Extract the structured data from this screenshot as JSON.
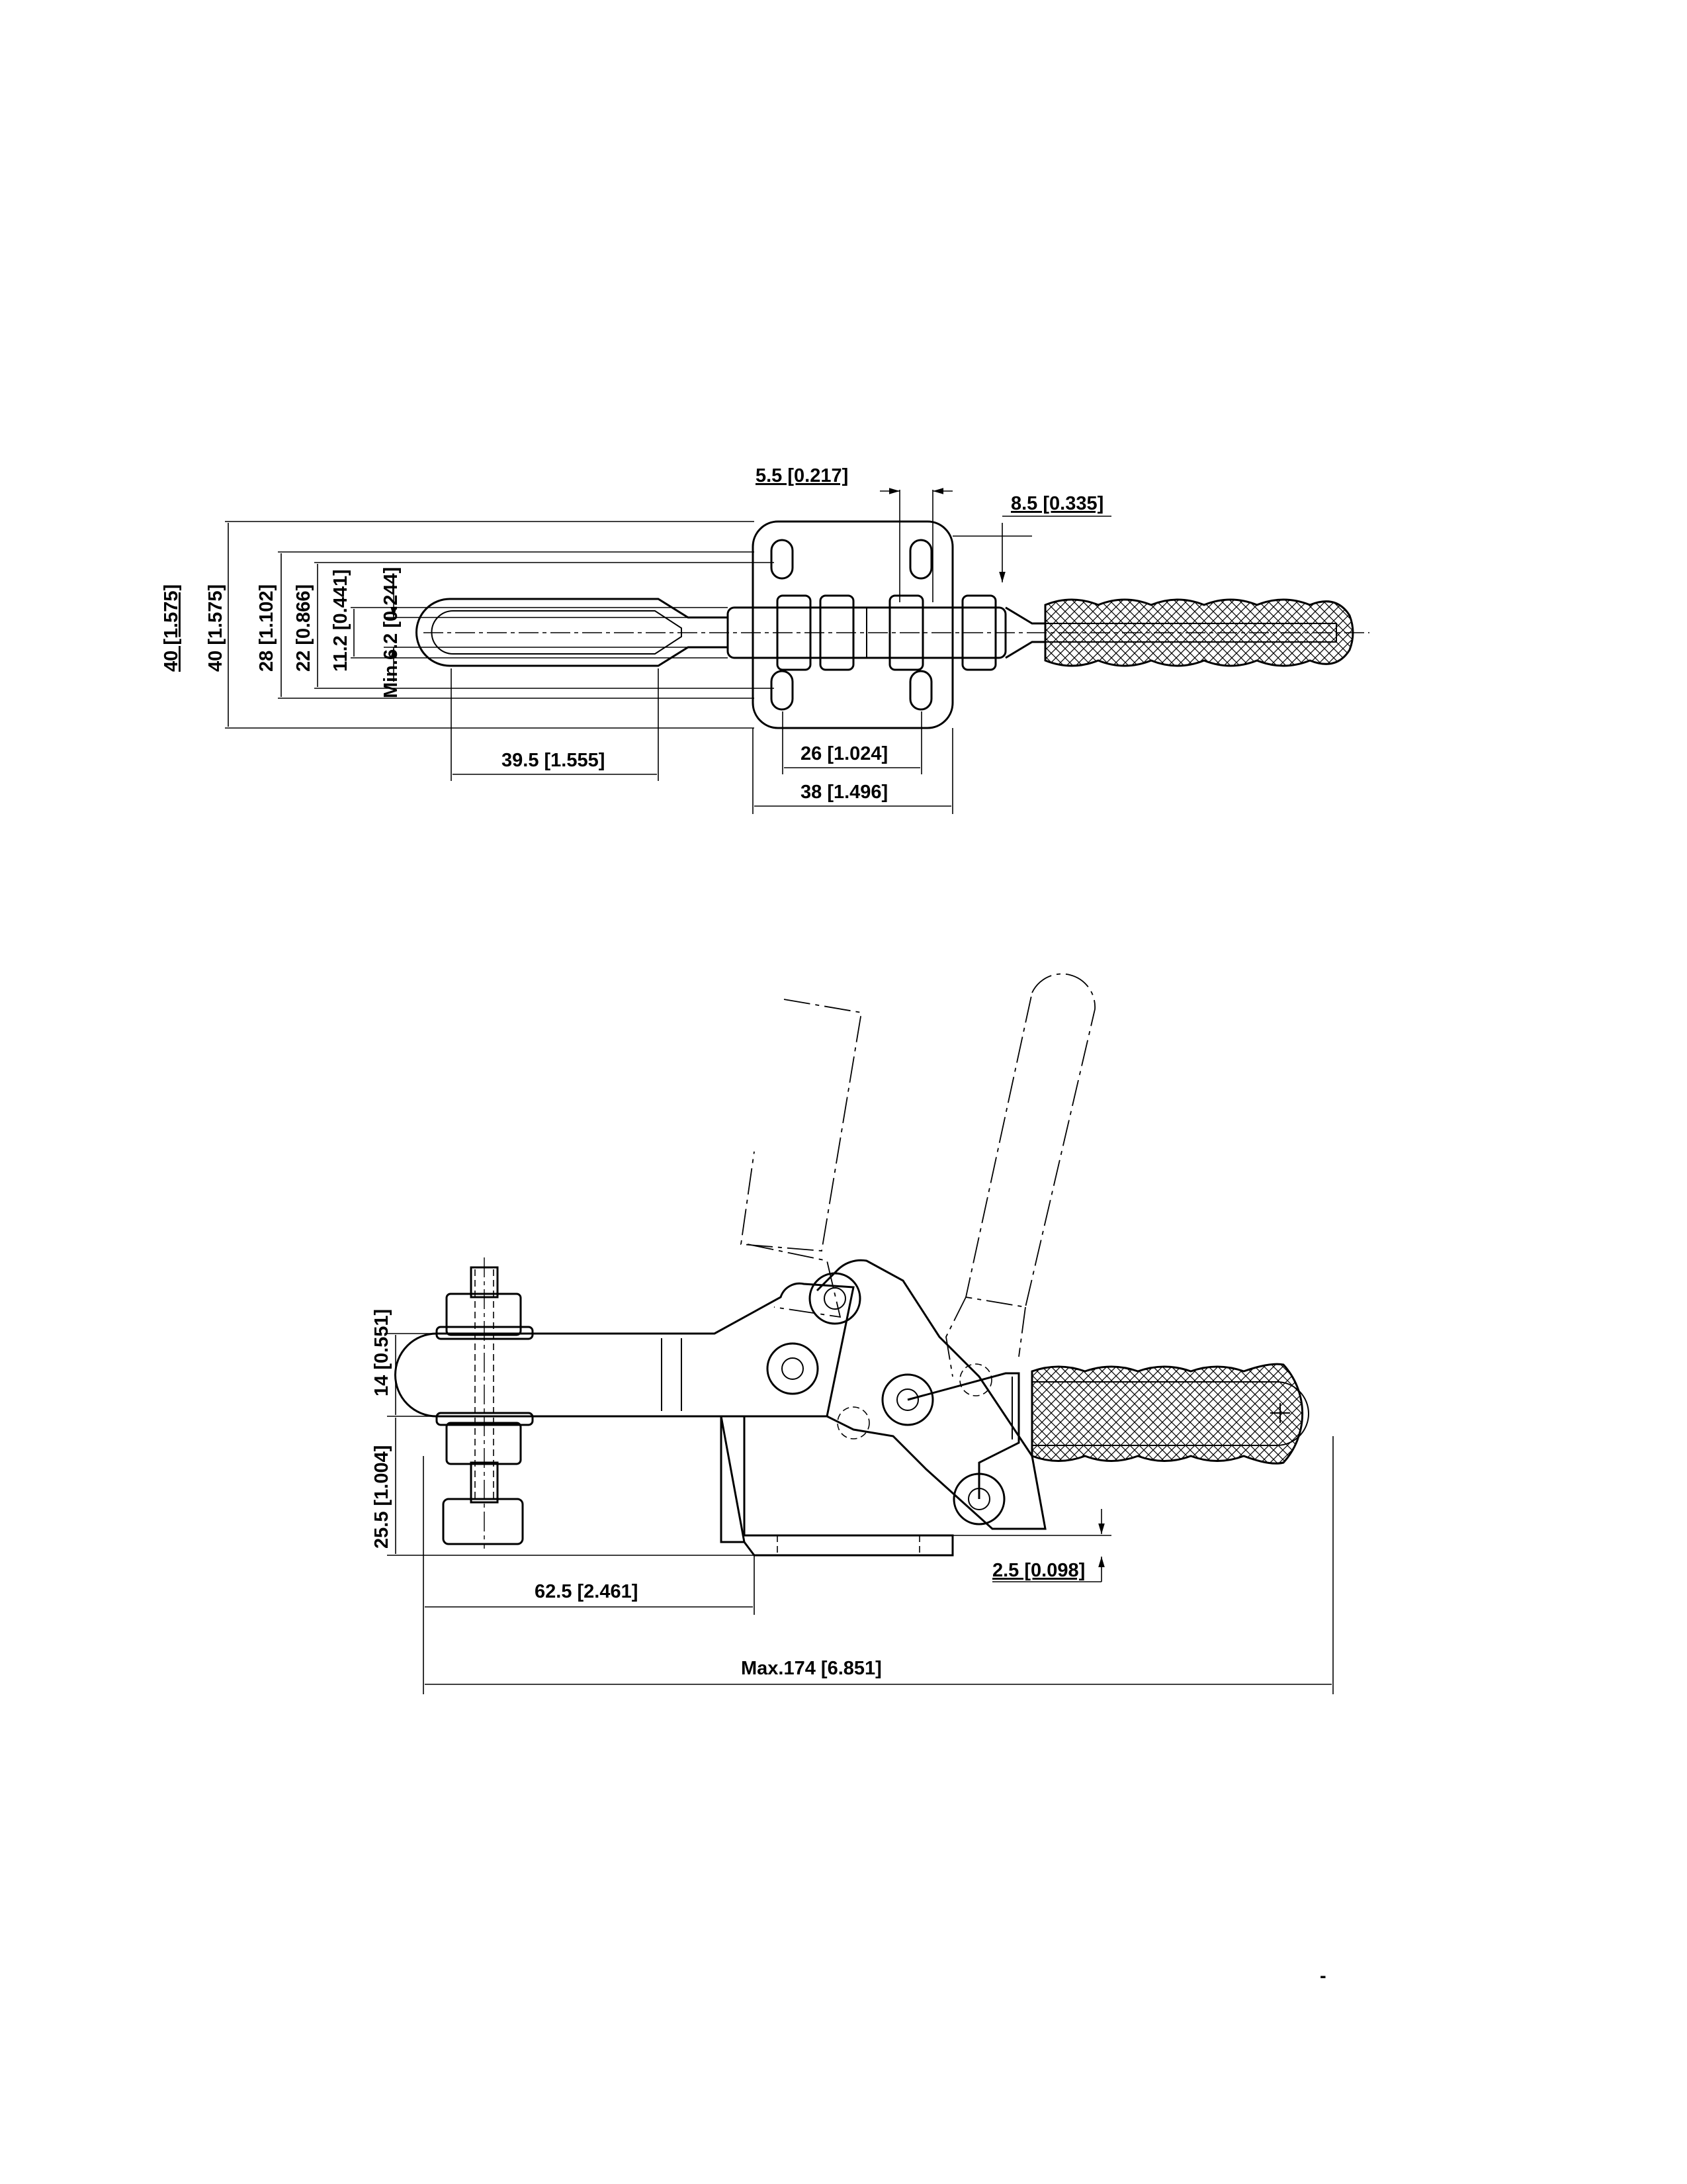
{
  "top_view": {
    "dims": {
      "slot_width": "5.5 [0.217]",
      "slot_offset": "8.5 [0.335]",
      "overall_height_a": "40 [1.575]",
      "overall_height_b": "40 [1.575]",
      "hole_pitch_outer": "28 [1.102]",
      "hole_pitch_inner": "22 [0.866]",
      "spindle_width": "11.2 [0.441]",
      "min_gap": "Min.6.2 [0.244]",
      "spindle_length": "39.5 [1.555]",
      "hole_spacing": "26 [1.024]",
      "base_width": "38 [1.496]"
    }
  },
  "side_view": {
    "dims": {
      "arm_height": "14 [0.551]",
      "base_height": "25.5 [1.004]",
      "reach": "62.5 [2.461]",
      "base_offset": "2.5 [0.098]",
      "overall_length": "Max.174 [6.851]"
    }
  },
  "footer": {
    "mark": "-"
  }
}
